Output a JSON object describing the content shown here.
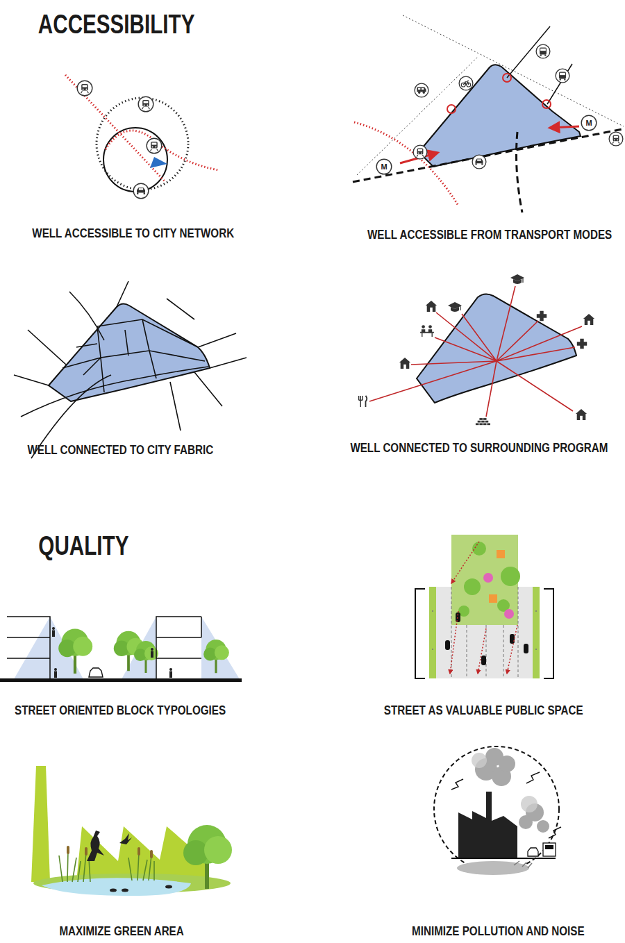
{
  "diagram": {
    "labels": [
      "ACCESSIBILITY",
      "WELL ACCESSIBLE TO CITY NETWORK",
      "WELL ACCESSIBLE FROM TRANSPORT MODES",
      "M",
      "M",
      "WELL CONNECTED TO CITY FABRIC",
      "WELL CONNECTED TO SURROUNDING PROGRAM",
      "QUALITY",
      "STREET ORIENTED BLOCK TYPOLOGIES",
      "STREET AS VALUABLE PUBLIC SPACE",
      "MAXIMIZE GREEN AREA",
      "MINIMIZE POLLUTION AND NOISE"
    ]
  }
}
